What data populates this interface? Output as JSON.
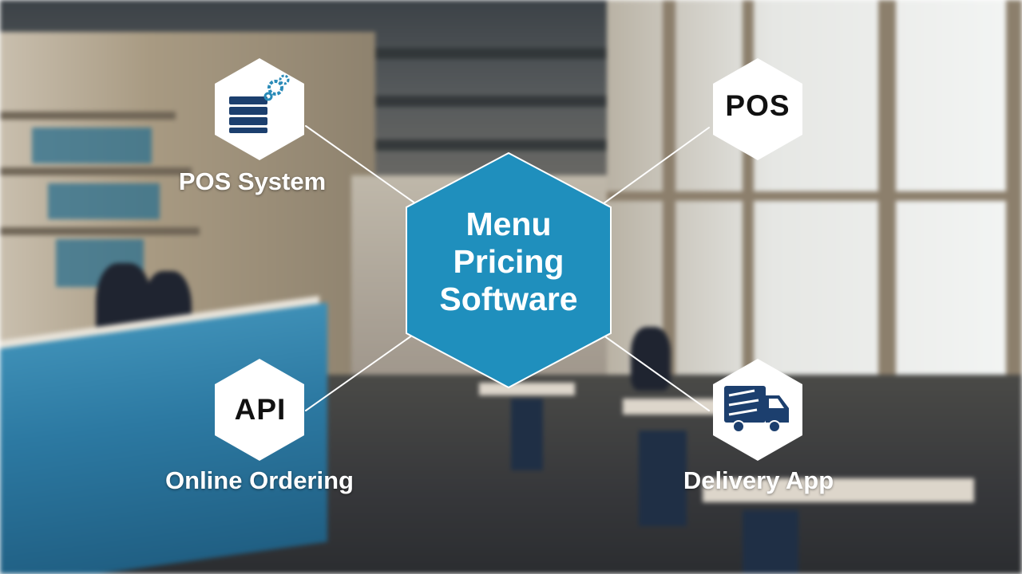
{
  "center": {
    "title_lines": [
      "Menu",
      "Pricing",
      "Software"
    ],
    "color": "#1f8fbd"
  },
  "nodes": {
    "pos_system": {
      "label": "POS System",
      "icon": "database-gears-icon"
    },
    "pos": {
      "hex_text": "POS"
    },
    "online_ordering": {
      "hex_text": "API",
      "label": "Online Ordering"
    },
    "delivery_app": {
      "label": "Delivery App",
      "icon": "delivery-truck-icon"
    }
  },
  "colors": {
    "icon_navy": "#1c3f6e",
    "icon_teal": "#2a8bb8",
    "connector": "#ffffff",
    "node_fill": "#ffffff"
  }
}
